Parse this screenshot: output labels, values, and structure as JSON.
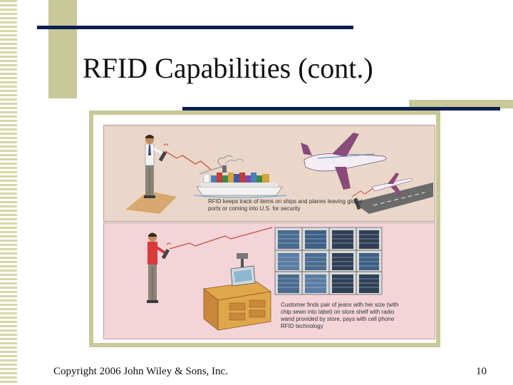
{
  "slide": {
    "title": "RFID Capabilities (cont.)",
    "footer": "Copyright 2006 John Wiley & Sons, Inc.",
    "page_number": "10"
  },
  "illustration": {
    "caption_top": "RFID keeps track of items on ships and planes leaving global ports or coming into U.S. for security",
    "caption_bottom": "Customer finds pair of jeans with her size (with chip sewn into label) on store shelf with radio wand provided by store, pays with cell phone RFID technology"
  },
  "colors": {
    "title_rule": "#0d1f4f",
    "olive_accent": "#c8c898",
    "panel_top_bg": "#ead7c9",
    "panel_bottom_bg": "#f2d4d9"
  }
}
